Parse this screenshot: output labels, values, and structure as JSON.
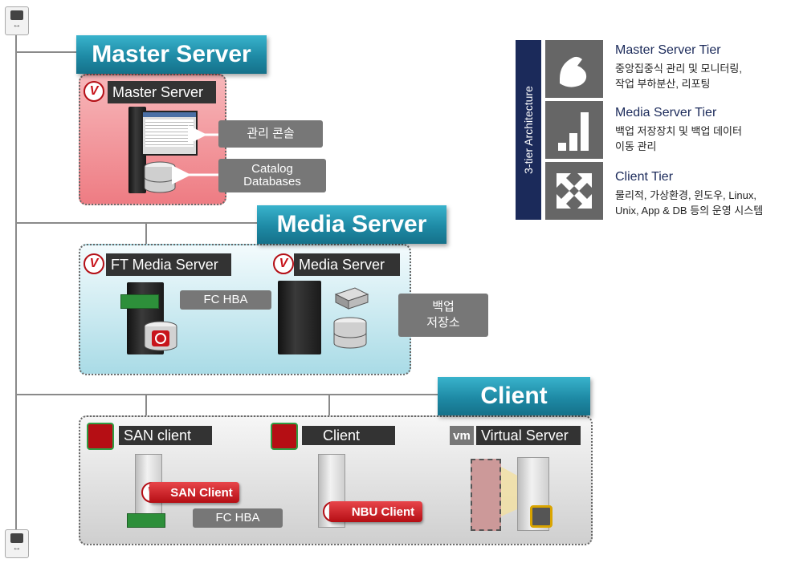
{
  "tiers": {
    "master": {
      "banner": "Master Server",
      "server_label": "Master Server",
      "console_label": "관리 콘솔",
      "catalog_label": "Catalog\nDatabases"
    },
    "media": {
      "banner": "Media Server",
      "ft_label": "FT Media Server",
      "media_label": "Media Server",
      "fc_hba": "FC HBA",
      "backup_storage": "백업\n저장소"
    },
    "client": {
      "banner": "Client",
      "san_label": "SAN client",
      "client_label": "Client",
      "vm_label": "Virtual Server",
      "vm_logo": "vm",
      "san_badge": "SAN Client",
      "nbu_badge": "NBU Client",
      "fc_hba": "FC HBA"
    }
  },
  "legend": {
    "vertical_title": "3-tier Architecture",
    "items": [
      {
        "title": "Master Server Tier",
        "desc": "중앙집중식 관리 및 모니터링,\n작업 부하분산, 리포팅",
        "icon": "flexed-arm-icon"
      },
      {
        "title": "Media Server Tier",
        "desc": "백업 저장장치 및 백업 데이터\n이동 관리",
        "icon": "signal-bars-icon"
      },
      {
        "title": "Client Tier",
        "desc": "물리적, 가상환경, 윈도우, Linux,\nUnix, App & DB 등의 운영 시스템",
        "icon": "expand-arrows-icon"
      }
    ]
  },
  "logo_letter": "V",
  "network_port_symbol": "↔",
  "colors": {
    "banner": "#1e8aa5",
    "legend_bar": "#1b2a5a",
    "master_fill": "#f08a90",
    "media_fill": "#bfe6ee",
    "client_fill": "#dcdcdc",
    "veritas_red": "#c8141b"
  }
}
